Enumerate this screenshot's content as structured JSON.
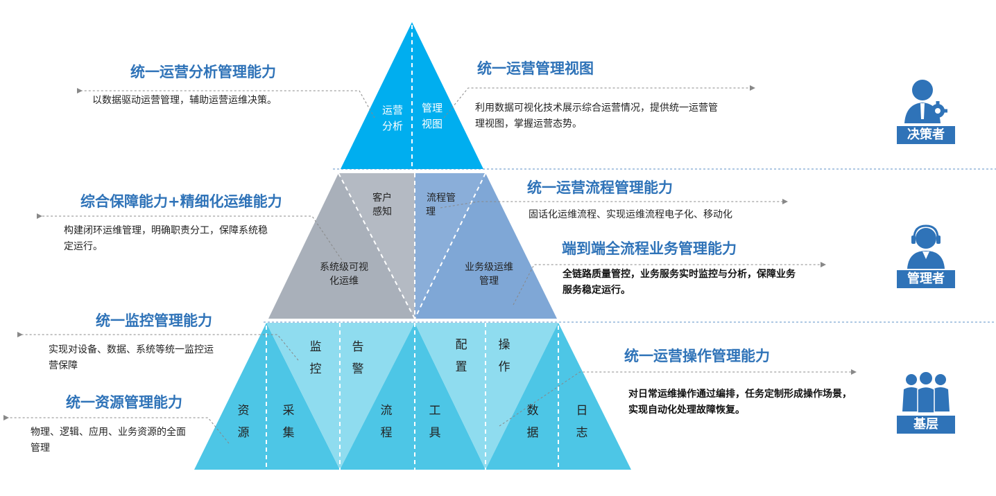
{
  "pyramid": {
    "top": {
      "left_label": [
        "运营",
        "分析"
      ],
      "right_label": [
        "管理",
        "视图"
      ]
    },
    "middle": {
      "customer": [
        "客户",
        "感知"
      ],
      "process": [
        "流程管",
        "理"
      ],
      "system": [
        "系统级可视",
        "化运维"
      ],
      "business": [
        "业务级运维",
        "管理"
      ]
    },
    "bottom": {
      "resource": [
        "资",
        "源"
      ],
      "collect": [
        "采",
        "集"
      ],
      "monitor": [
        "监",
        "控"
      ],
      "alarm": [
        "告",
        "警"
      ],
      "flow": [
        "流",
        "程"
      ],
      "tool": [
        "工",
        "具"
      ],
      "config": [
        "配",
        "置"
      ],
      "operate": [
        "操",
        "作"
      ],
      "data": [
        "数",
        "据"
      ],
      "log": [
        "日",
        "志"
      ]
    }
  },
  "left_blocks": [
    {
      "heading": "统一运营分析管理能力",
      "desc": [
        "以数据驱动运营管理，辅助运营运维决策。"
      ]
    },
    {
      "heading": "综合保障能力+精细化运维能力",
      "desc": [
        "构建闭环运维管理，明确职责分工，保障系统稳",
        "定运行。"
      ]
    },
    {
      "heading": "统一监控管理能力",
      "desc": [
        "实现对设备、数据、系统等统一监控运",
        "营保障"
      ]
    },
    {
      "heading": "统一资源管理能力",
      "desc": [
        "物理、逻辑、应用、业务资源的全面",
        "管理"
      ]
    }
  ],
  "right_blocks": [
    {
      "heading": "统一运营管理视图",
      "desc": [
        "利用数据可视化技术展示综合运营情况，提供统一运营管",
        "理视图，掌握运营态势。"
      ]
    },
    {
      "heading": "统一运营流程管理能力",
      "desc": [
        "固话化运维流程、实现运维流程电子化、移动化"
      ]
    },
    {
      "heading": "端到端全流程业务管理能力",
      "desc": [
        "全链路质量管控，业务服务实时监控与分析，保障业务",
        "服务稳定运行。"
      ]
    },
    {
      "heading": "统一运营操作管理能力",
      "desc": [
        "对日常运维操作通过编排，任务定制形成操作场景，",
        "实现自动化处理故障恢复。"
      ]
    }
  ],
  "roles": [
    {
      "label": "决策者",
      "icon": "decision-maker-icon"
    },
    {
      "label": "管理者",
      "icon": "manager-headset-icon"
    },
    {
      "label": "基层",
      "icon": "staff-group-icon"
    }
  ],
  "colors": {
    "top": "#00aeef",
    "middle_gray": "#a9b0ba",
    "middle_blue": "#7fa7d6",
    "bottom_dark": "#4dc6e6",
    "bottom_light": "#8fdcef",
    "heading": "#2f73b8",
    "badge": "#2f73b8"
  }
}
